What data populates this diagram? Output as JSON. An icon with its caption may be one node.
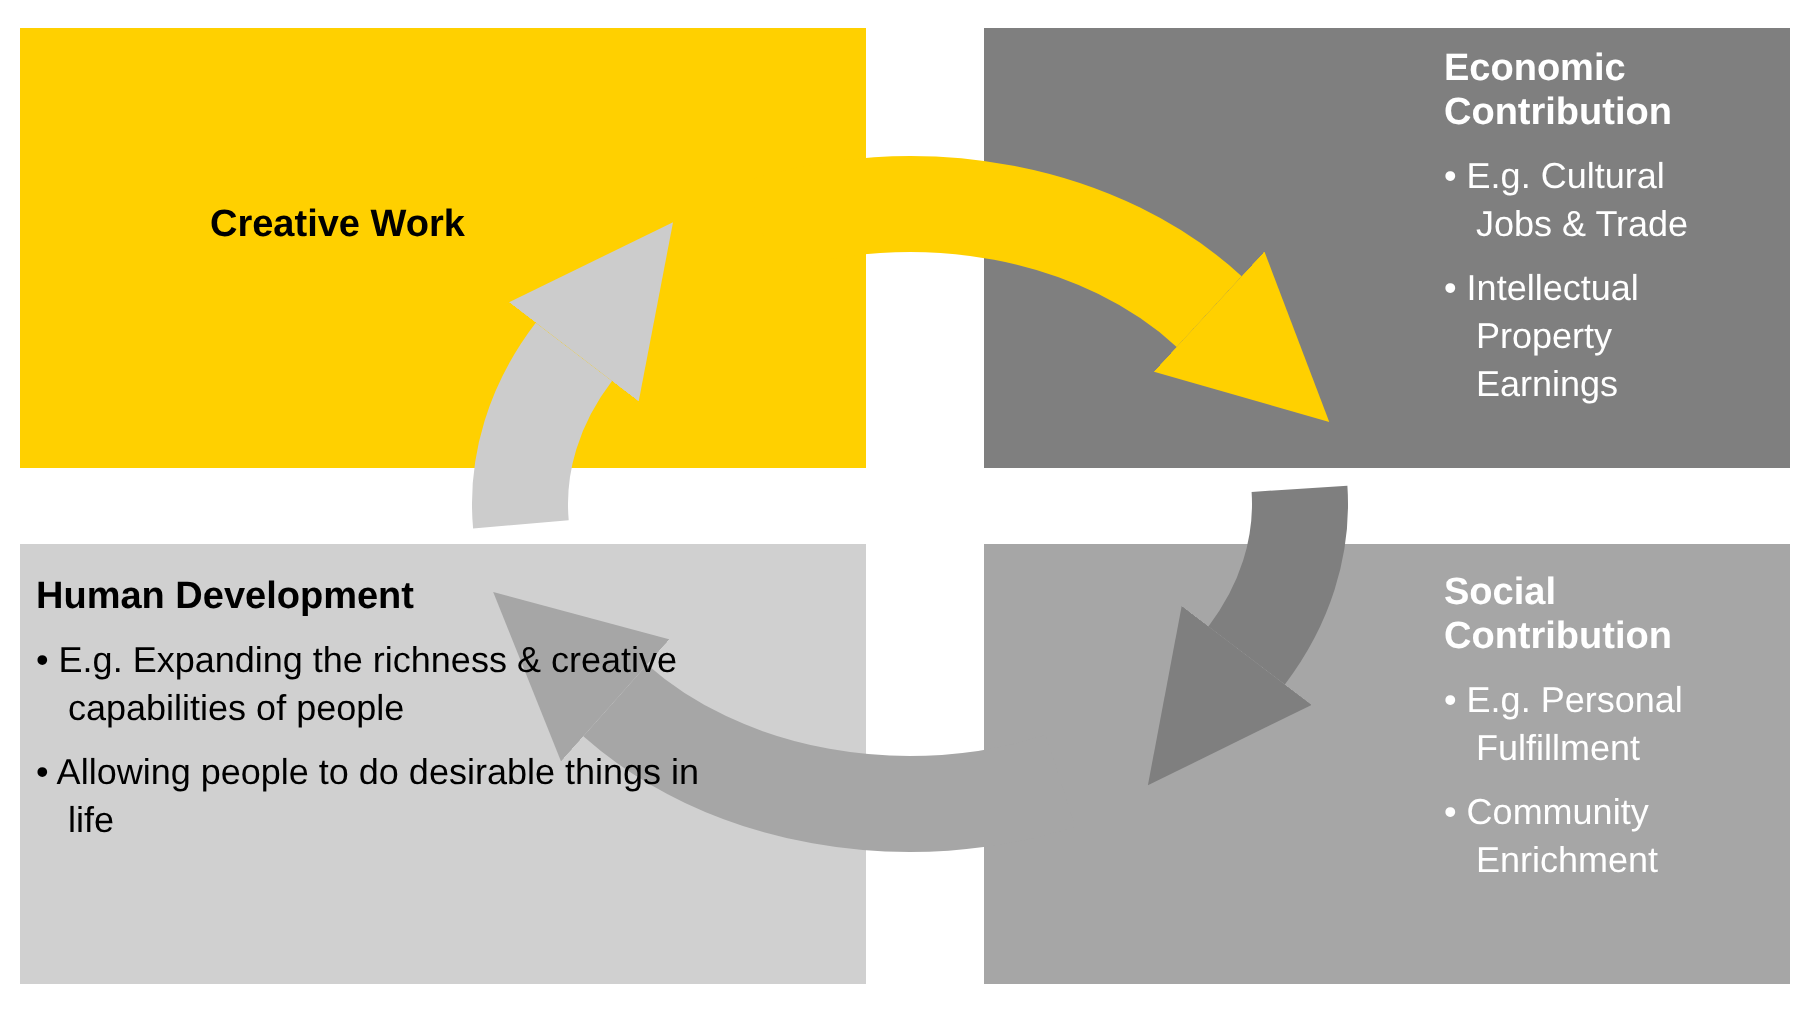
{
  "diagram": {
    "nodes": [
      {
        "text": [
          "Creative Work"
        ]
      },
      {
        "text": [
          "Economic Contribution",
          "• E.g. Cultural Jobs & Trade",
          "• Intellectual Property Earnings"
        ]
      },
      {
        "text": [
          "Social Contribution",
          "• E.g. Personal Fulfillment",
          "• Community Enrichment"
        ]
      },
      {
        "text": [
          "Human Development",
          "• E.g. Expanding the richness & creative capabilities of people",
          "• Allowing people to do desirable things in life"
        ]
      }
    ],
    "edges": [
      {
        "from": 0,
        "to": 1,
        "arrow": "to",
        "color": "#ffd000"
      },
      {
        "from": 1,
        "to": 2,
        "arrow": "to",
        "color": "#7f7f7f"
      },
      {
        "from": 2,
        "to": 3,
        "arrow": "to",
        "color": "#a6a6a6"
      },
      {
        "from": 3,
        "to": 0,
        "arrow": "to",
        "color": "#cccccc"
      }
    ]
  }
}
